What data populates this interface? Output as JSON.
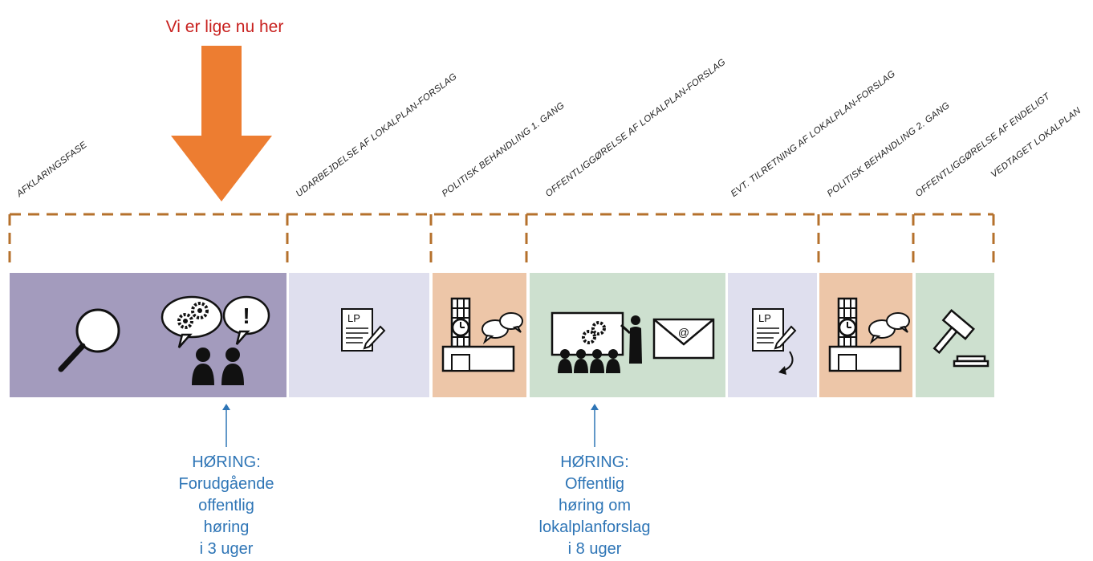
{
  "marker": {
    "label": "Vi er lige nu her",
    "color": "#c8201e",
    "arrow_color": "#ed7d31"
  },
  "phases": [
    {
      "key": "afklaring",
      "label": "AFKLARINGSFASE",
      "color": "#a39bbd"
    },
    {
      "key": "udarbejdelse",
      "label": "UDARBEJDELSE AF LOKALPLAN-FORSLAG",
      "color": "#dfdfee"
    },
    {
      "key": "politisk1",
      "label": "POLITISK BEHANDLING 1. GANG",
      "color": "#edc6a8"
    },
    {
      "key": "offentliggoerelse",
      "label": "OFFENTLIGGØRELSE AF LOKALPLAN-FORSLAG",
      "color": "#cde0cf"
    },
    {
      "key": "tilretning",
      "label": "EVT. TILRETNING AF LOKALPLAN-FORSLAG",
      "color": "#dfdfee"
    },
    {
      "key": "politisk2",
      "label": "POLITISK BEHANDLING 2. GANG",
      "color": "#edc6a8"
    },
    {
      "key": "endelig",
      "label_line1": "OFFENTLIGGØRELSE AF ENDELIGT",
      "label_line2": "VEDTAGET LOKALPLAN",
      "color": "#cde0cf"
    }
  ],
  "icon_text": {
    "lp": "LP",
    "at": "@",
    "exclaim": "!"
  },
  "bracket_color": "#b5712c",
  "hearings": [
    {
      "key": "forudgaaende",
      "lines": [
        "HØRING:",
        "Forudgående",
        "offentlig",
        "høring",
        "i 3 uger"
      ]
    },
    {
      "key": "offentlig",
      "lines": [
        "HØRING:",
        "Offentlig",
        "høring om",
        "lokalplanforslag",
        "i 8 uger"
      ]
    }
  ],
  "hearing_color": "#2e75b6"
}
